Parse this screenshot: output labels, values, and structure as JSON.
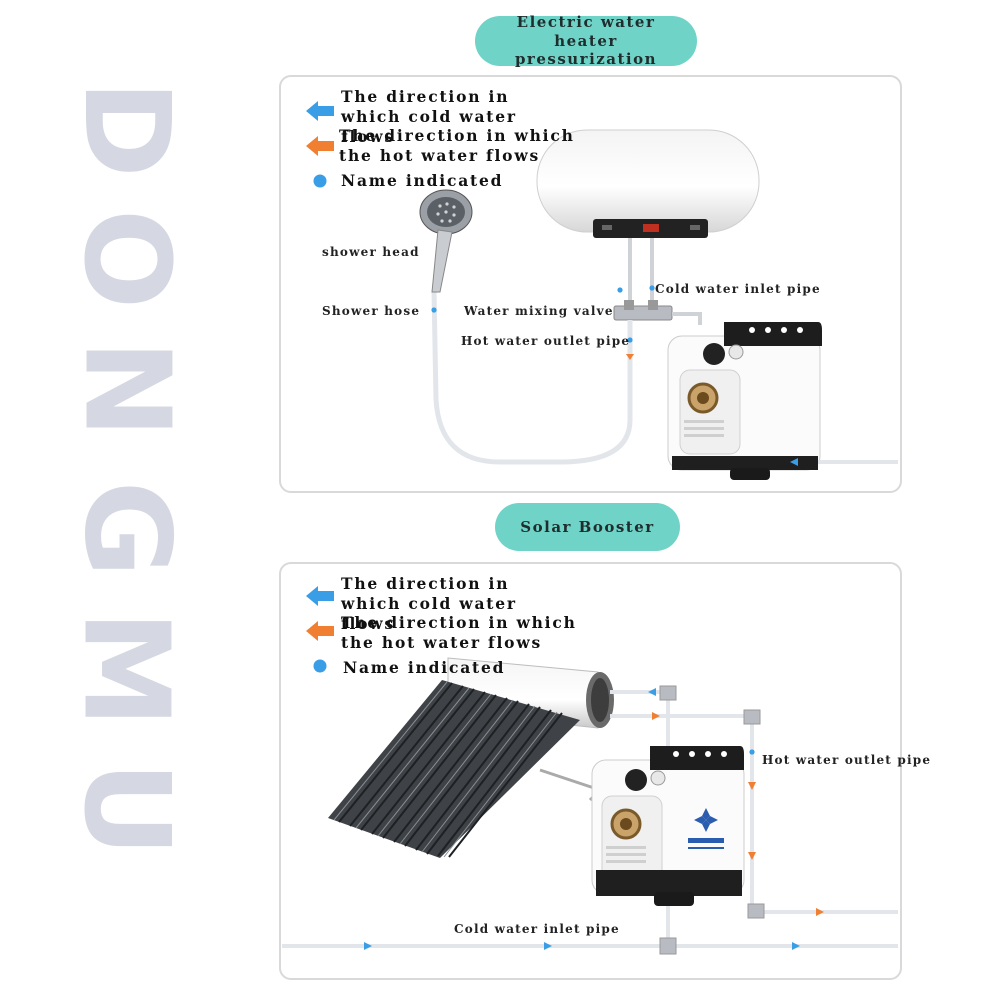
{
  "brand": {
    "letters": [
      "D",
      "O",
      "N",
      "G",
      "M",
      "U"
    ]
  },
  "colors": {
    "accent": "#6fd3c8",
    "cold": "#3a9ee6",
    "hot": "#f07f32",
    "brand_text": "#d5d8e2"
  },
  "section1": {
    "title": "Electric water heater pressurization",
    "legend": {
      "cold": "The direction in which cold water flows",
      "hot": "The direction in which the hot water flows",
      "name": "Name indicated"
    },
    "labels": {
      "shower_head": "shower head",
      "shower_hose": "Shower hose",
      "water_mixing_valve": "Water mixing valve",
      "cold_water_inlet_pipe": "Cold water inlet pipe",
      "hot_water_outlet_pipe": "Hot water outlet pipe"
    }
  },
  "section2": {
    "title": "Solar Booster",
    "legend": {
      "cold": "The direction in which cold water flows",
      "hot": "The direction in which the hot water flows",
      "name": "Name indicated"
    },
    "labels": {
      "hot_water_outlet_pipe": "Hot water outlet pipe",
      "cold_water_inlet_pipe": "Cold water inlet pipe"
    }
  },
  "icons": [
    "arrow-left-cold-icon",
    "arrow-left-hot-icon",
    "dot-name-icon",
    "water-heater-icon",
    "shower-head-icon",
    "booster-pump-icon",
    "solar-heater-icon"
  ]
}
